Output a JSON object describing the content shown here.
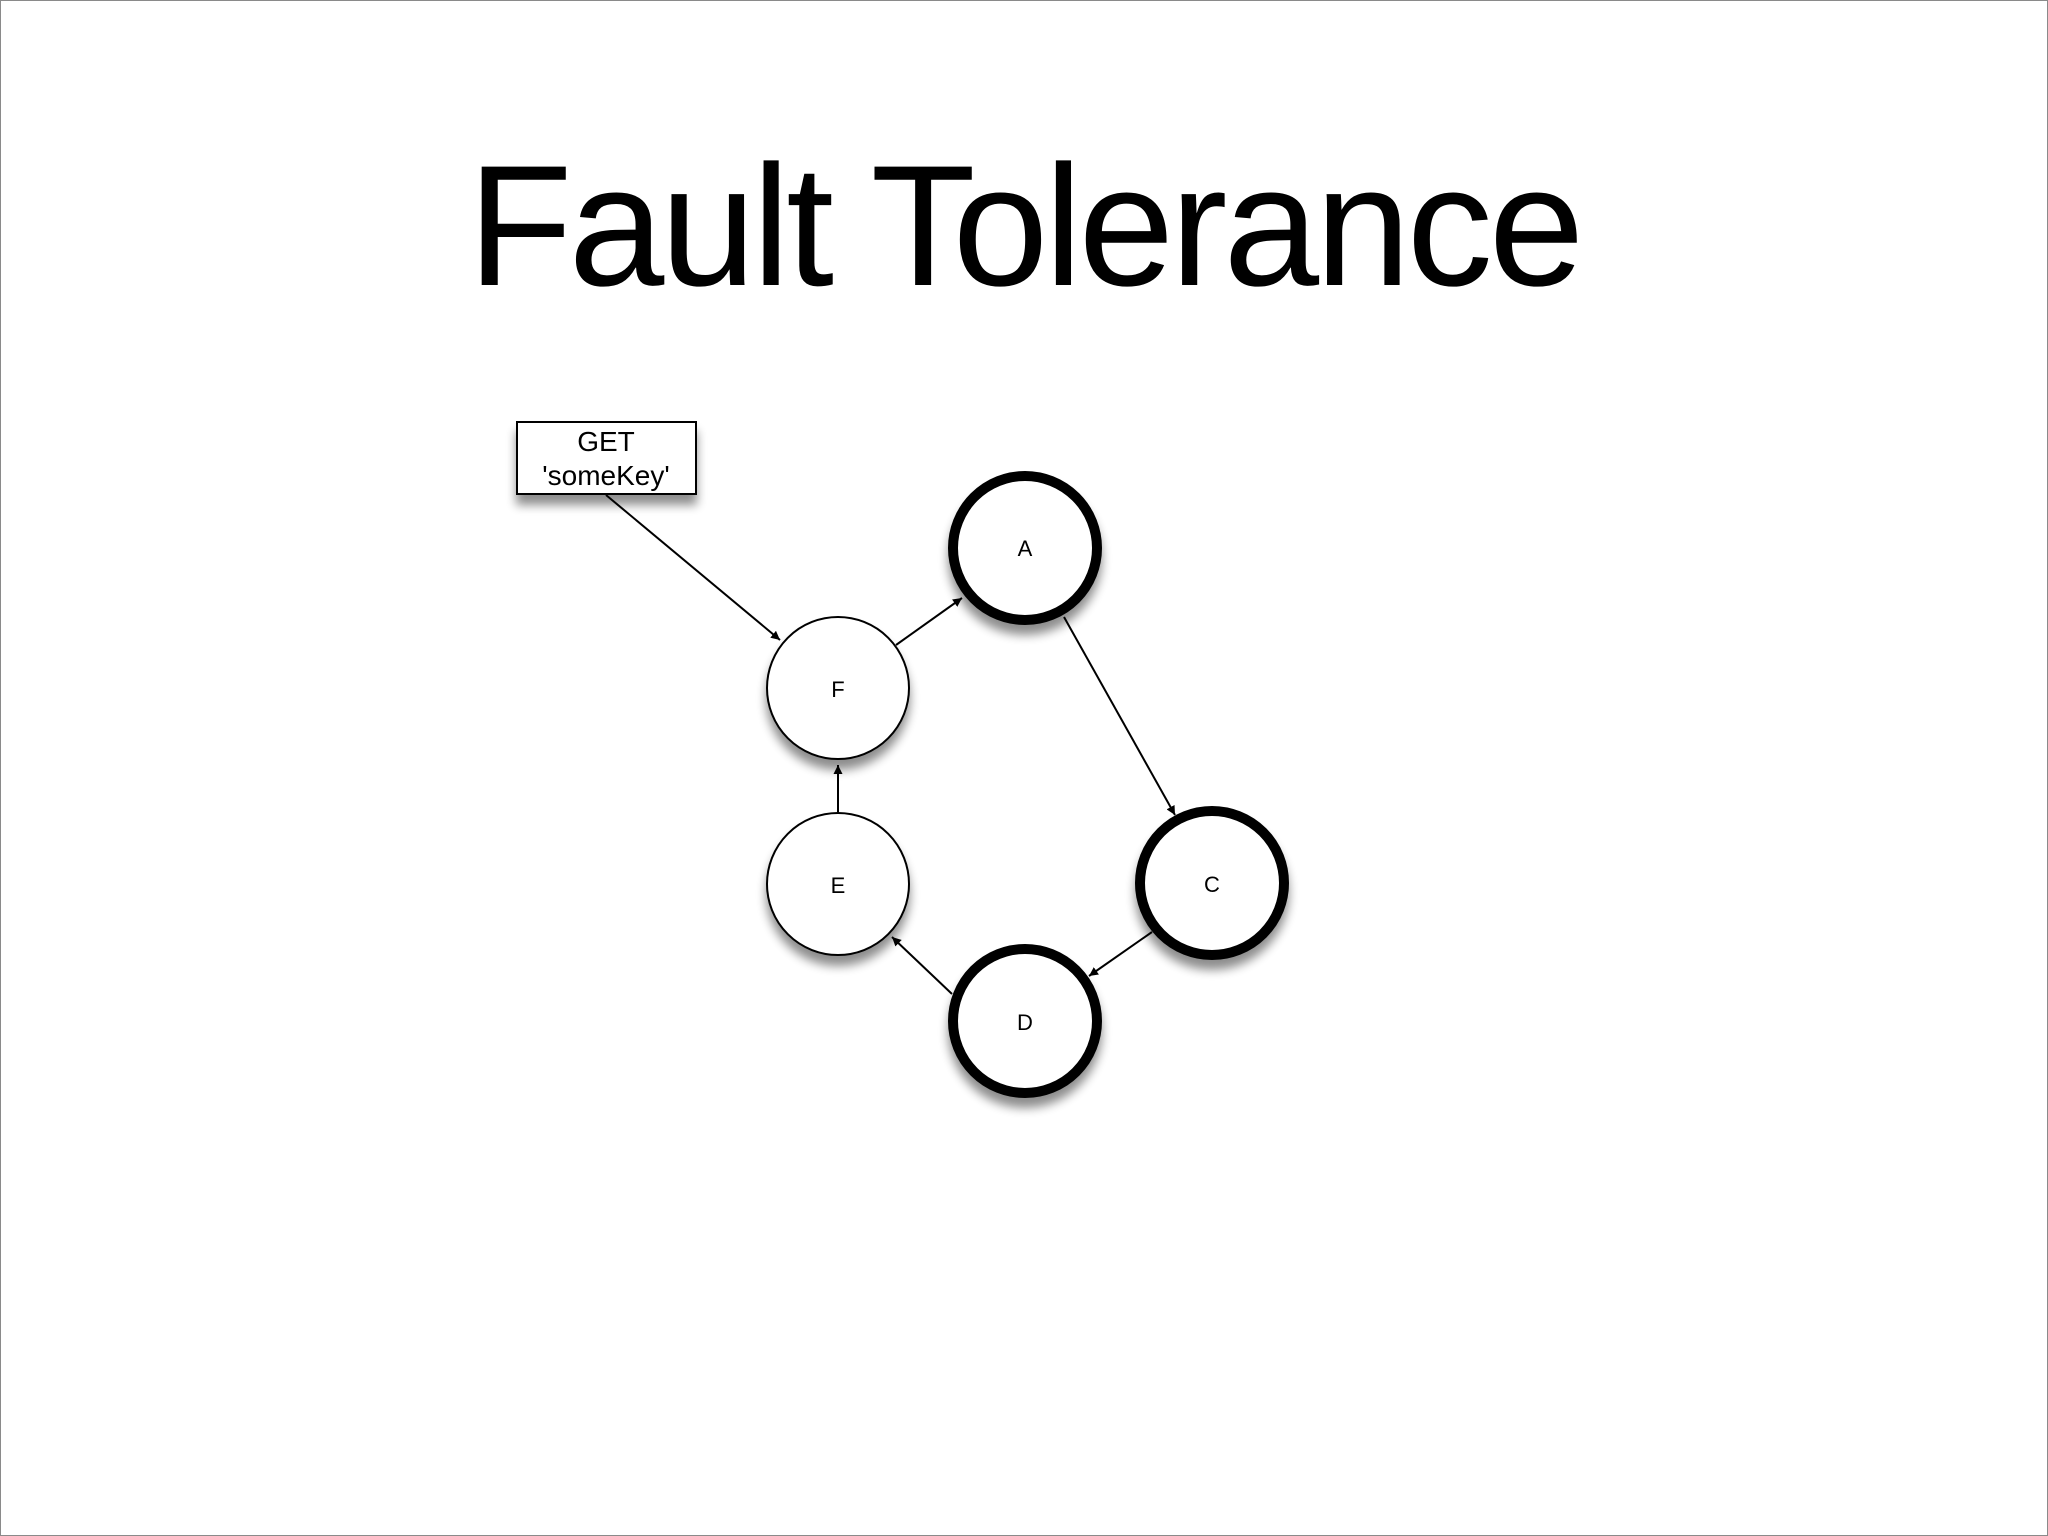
{
  "slide": {
    "title": "Fault Tolerance"
  },
  "request": {
    "line1": "GET",
    "line2": "'someKey'"
  },
  "nodes": [
    {
      "id": "A",
      "label": "A",
      "status": "thick"
    },
    {
      "id": "C",
      "label": "C",
      "status": "thick"
    },
    {
      "id": "D",
      "label": "D",
      "status": "thick"
    },
    {
      "id": "E",
      "label": "E",
      "status": "thin"
    },
    {
      "id": "F",
      "label": "F",
      "status": "thin"
    }
  ],
  "edges": [
    {
      "from": "request",
      "to": "F"
    },
    {
      "from": "F",
      "to": "A"
    },
    {
      "from": "A",
      "to": "C"
    },
    {
      "from": "C",
      "to": "D"
    },
    {
      "from": "D",
      "to": "E"
    },
    {
      "from": "E",
      "to": "F"
    }
  ]
}
